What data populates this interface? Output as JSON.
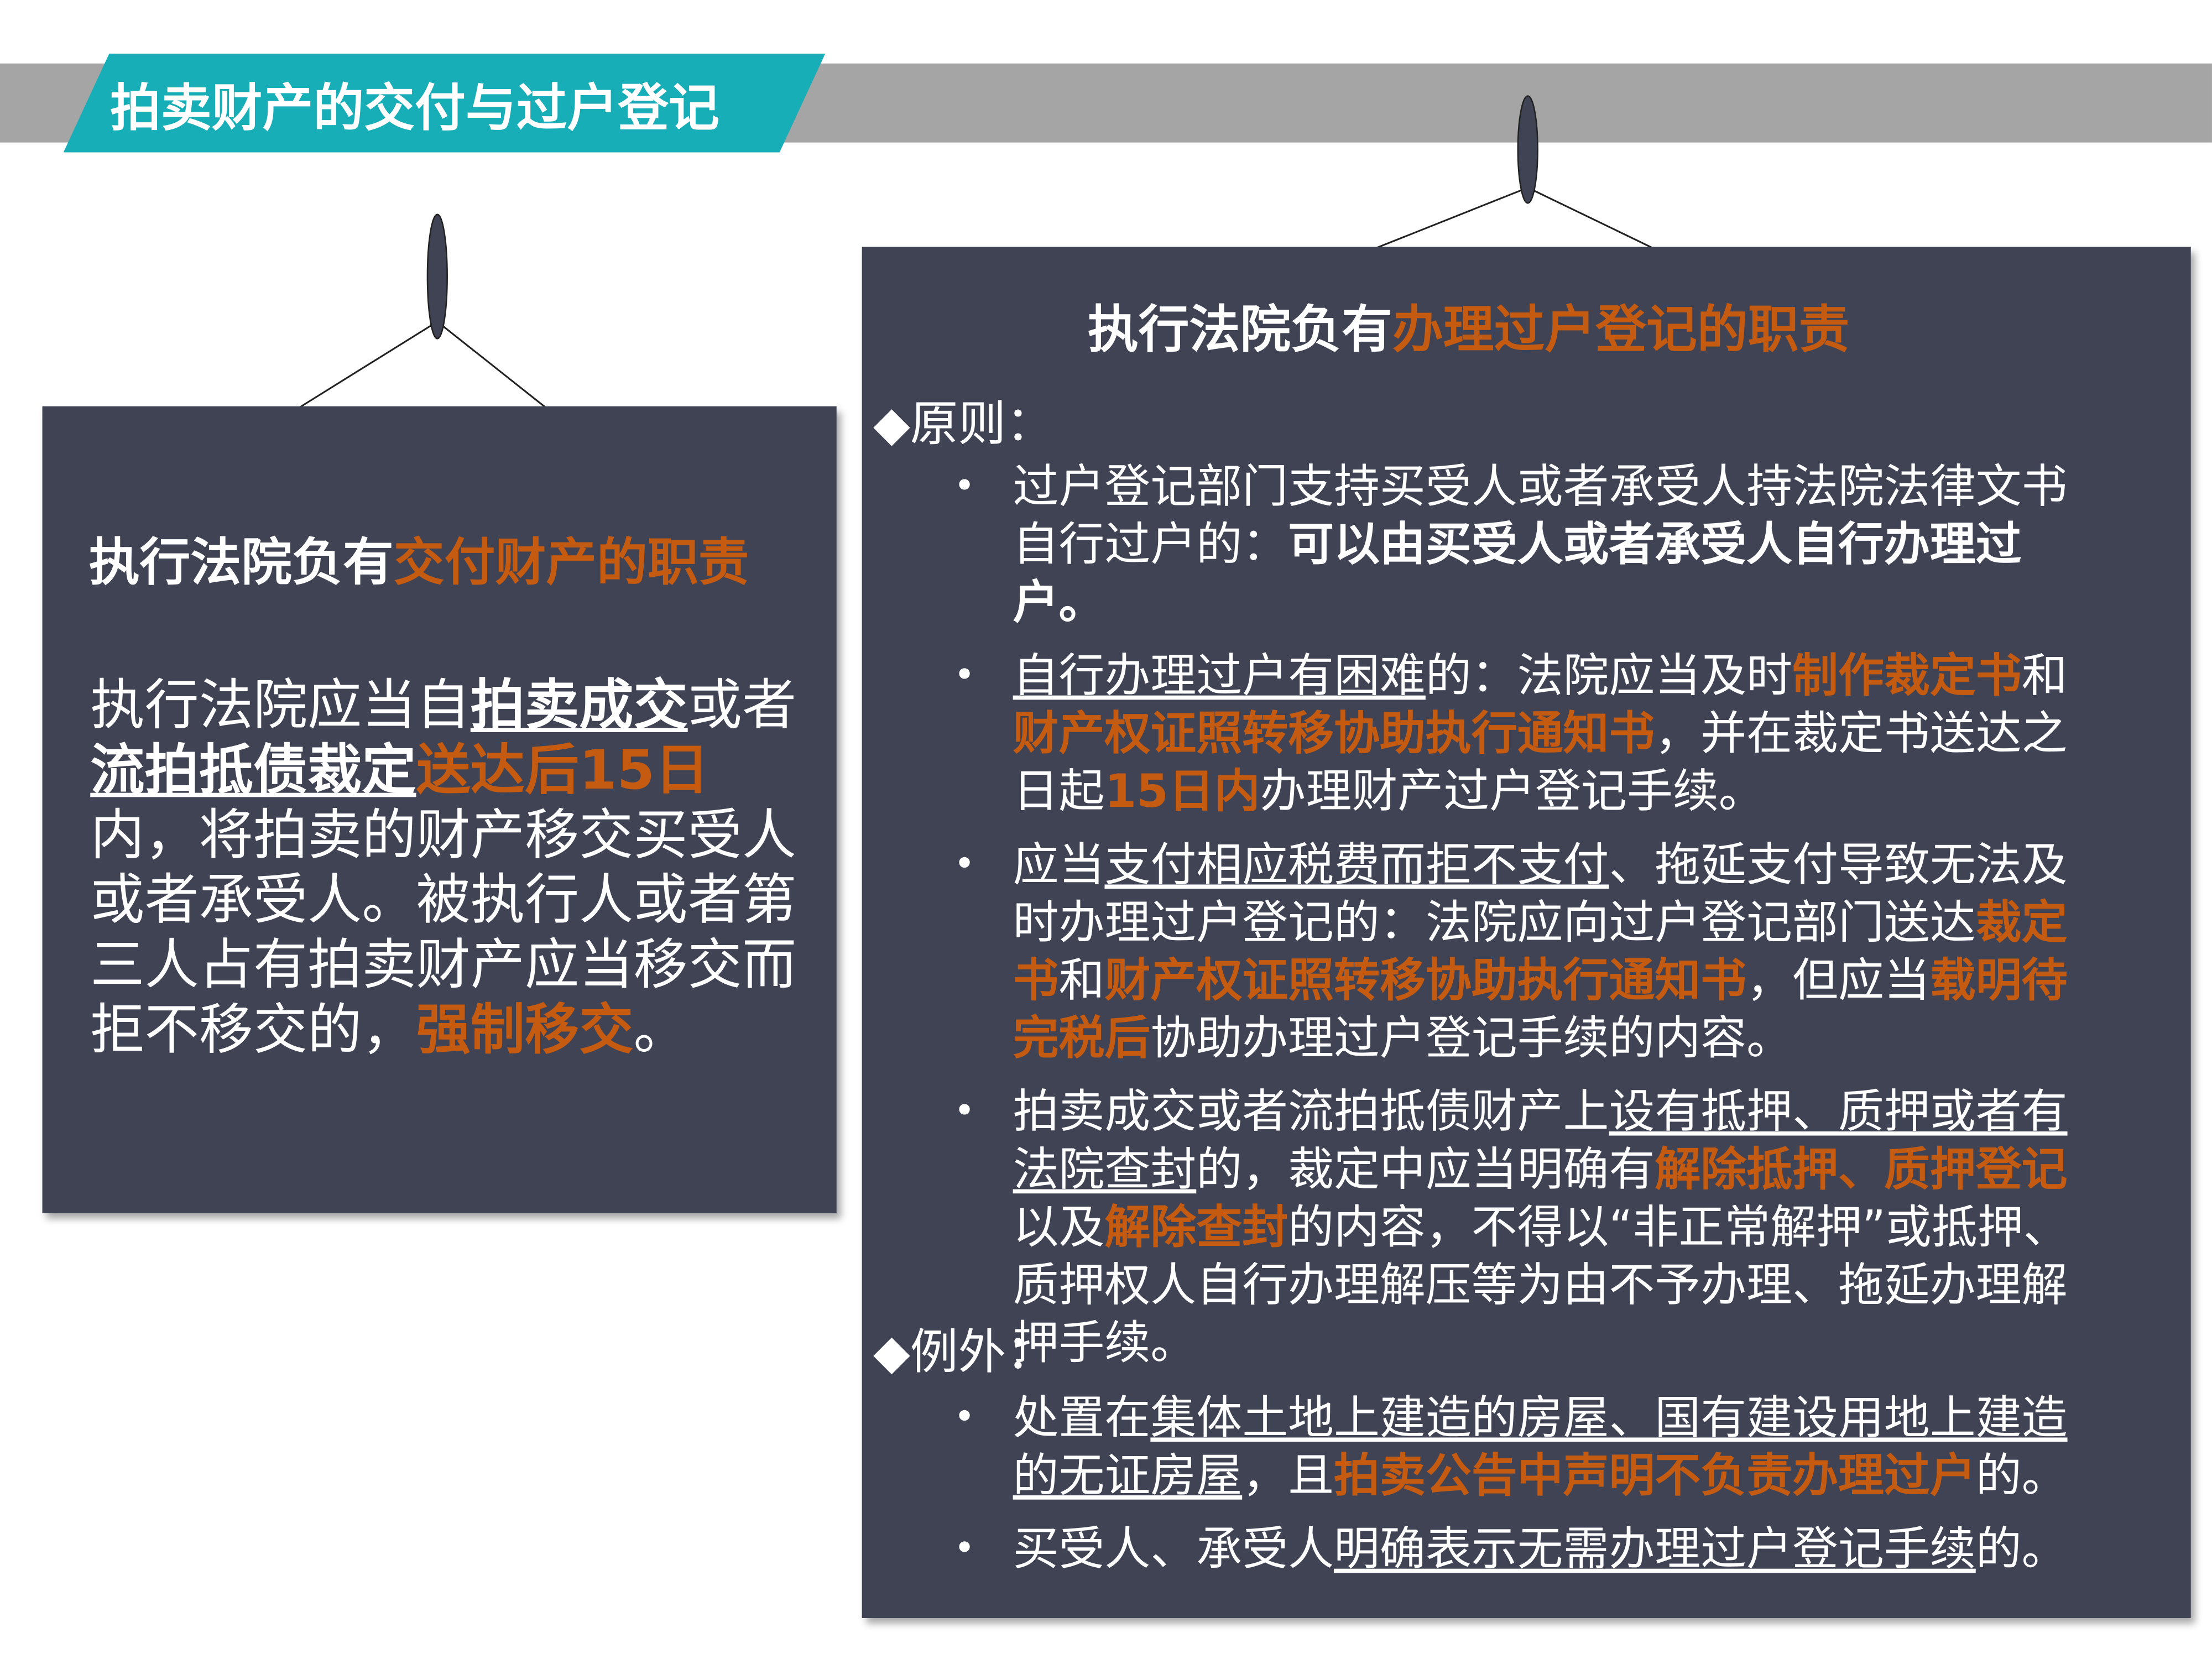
{
  "header": {
    "title": "拍卖财产的交付与过户登记"
  },
  "colors": {
    "accent": "#17aeb7",
    "highlight": "#c55a11",
    "panel": "#404354",
    "bar": "#a5a5a5"
  },
  "left_card": {
    "title": [
      {
        "t": "执行法院负有"
      },
      {
        "t": "交付财产的职责",
        "s": "hl"
      }
    ],
    "body": [
      {
        "t": "执行法院应当自"
      },
      {
        "t": "拍卖成交",
        "s": "b u"
      },
      {
        "t": "或者"
      },
      {
        "t": "流拍抵债裁定",
        "s": "b u"
      },
      {
        "t": "送达后15日",
        "s": "hl"
      },
      {
        "t": "内，将拍卖的财产移交买受人或者承受人。被执行人或者第三人占有拍卖财产应当移交而拒不移交的，"
      },
      {
        "t": "强制移交",
        "s": "hl"
      },
      {
        "t": "。"
      }
    ]
  },
  "right_card": {
    "title": [
      {
        "t": "执行法院负有"
      },
      {
        "t": "办理过户登记的职责",
        "s": "hl"
      }
    ],
    "principle_label": "◆原则：",
    "principles": [
      [
        {
          "t": "过户登记部门支持买受人或者承受人持法院法律文书自行过户的："
        },
        {
          "t": "可以由买受人或者承受人自行办理过户。",
          "s": "b"
        }
      ],
      [
        {
          "t": "自行办理过户有困难",
          "s": "u"
        },
        {
          "t": "的：法院应当及时"
        },
        {
          "t": "制作裁定书",
          "s": "hl"
        },
        {
          "t": "和"
        },
        {
          "t": "财产权证照转移协助执行通知书",
          "s": "hl"
        },
        {
          "t": "，并在裁定书送达之日起"
        },
        {
          "t": "15日内",
          "s": "hl"
        },
        {
          "t": "办理财产过户登记手续。"
        }
      ],
      [
        {
          "t": "应当"
        },
        {
          "t": "支付相应税费而拒不支付",
          "s": "u"
        },
        {
          "t": "、拖延支付导致无法及时办理过户登记的：法院应向过户登记部门送达"
        },
        {
          "t": "裁定书",
          "s": "hl"
        },
        {
          "t": "和"
        },
        {
          "t": "财产权证照转移协助执行通知书",
          "s": "hl"
        },
        {
          "t": "，但应当"
        },
        {
          "t": "载明待完税后",
          "s": "hl"
        },
        {
          "t": "协助办理过户登记手续的内容。"
        }
      ],
      [
        {
          "t": "拍卖成交或者流拍抵债财产上"
        },
        {
          "t": "设有抵押、质押或者有法院查封",
          "s": "u"
        },
        {
          "t": "的，裁定中应当明确有"
        },
        {
          "t": "解除抵押、质押登记",
          "s": "hl"
        },
        {
          "t": "以及"
        },
        {
          "t": "解除查封",
          "s": "hl"
        },
        {
          "t": "的内容，不得以“非正常解押”或抵押、质押权人自行办理解压等为由不予办理、拖延办理解押手续。"
        }
      ]
    ],
    "exception_label": "◆例外：",
    "exceptions": [
      [
        {
          "t": "处置在"
        },
        {
          "t": "集体土地上建造的房屋、国有建设用地上建造的无证房屋",
          "s": "u"
        },
        {
          "t": "，且"
        },
        {
          "t": "拍卖公告中声明不负责办理过户",
          "s": "hl"
        },
        {
          "t": "的。"
        }
      ],
      [
        {
          "t": "买受人、承受人"
        },
        {
          "t": "明确表示无需办理过户登记手续",
          "s": "u"
        },
        {
          "t": "的。"
        }
      ]
    ],
    "bullet": "•"
  }
}
